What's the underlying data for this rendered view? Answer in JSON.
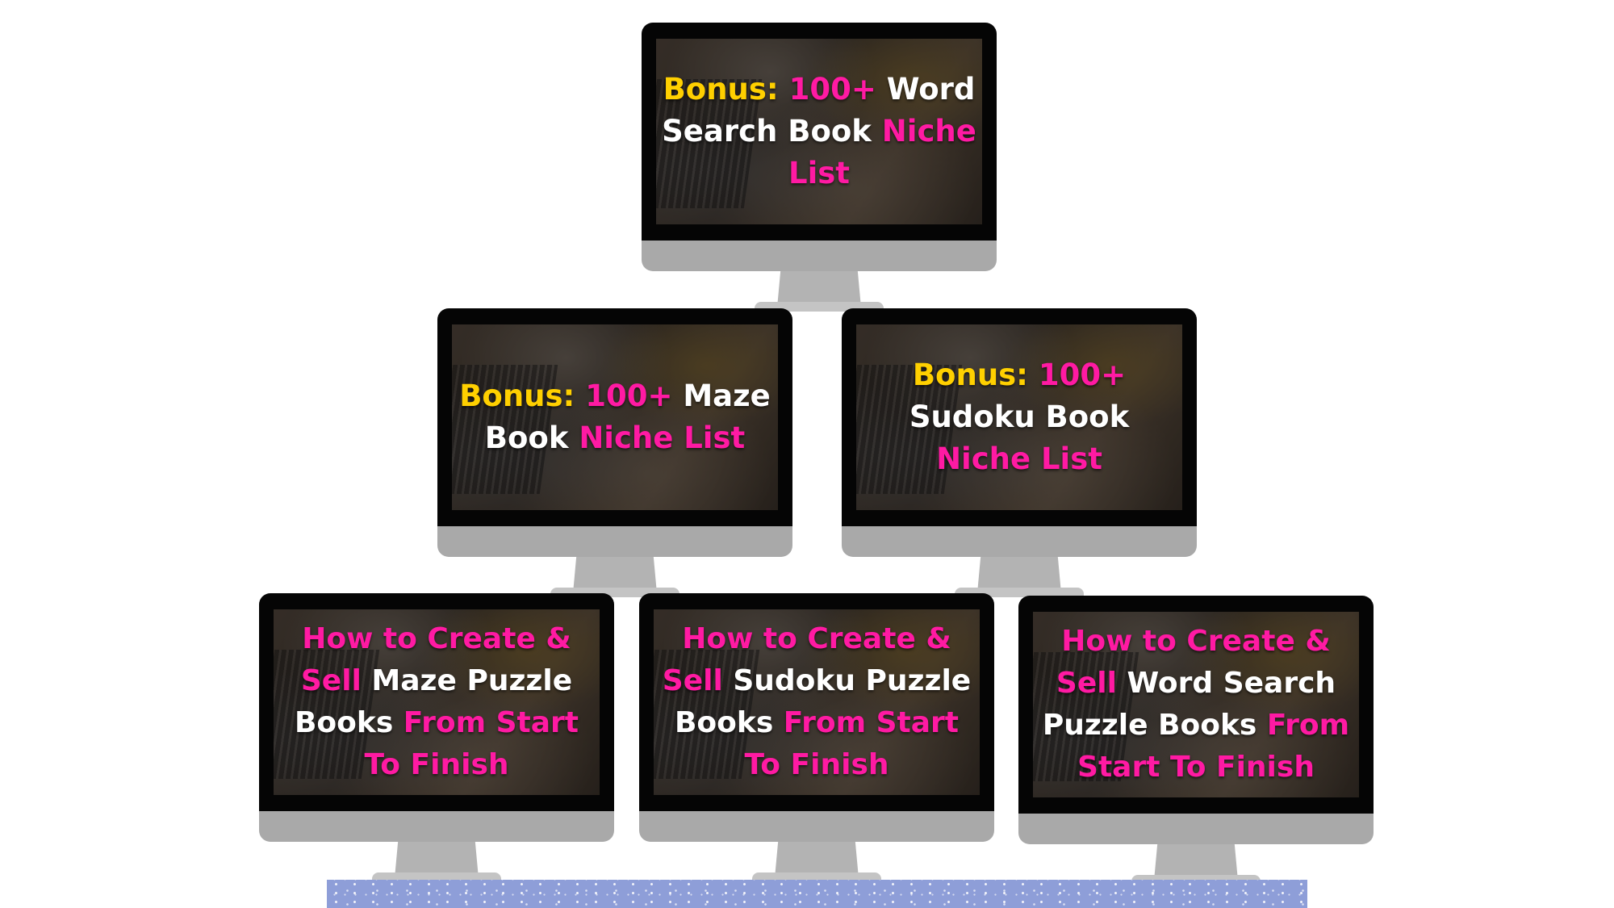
{
  "monitors": [
    {
      "id": "word-search-niche",
      "segments": [
        {
          "text": "Bonus: ",
          "color": "yellow"
        },
        {
          "text": "100+ ",
          "color": "pink"
        },
        {
          "text": "Word Search Book",
          "color": "white"
        },
        {
          "text": " Niche List",
          "color": "pink"
        }
      ]
    },
    {
      "id": "maze-niche",
      "segments": [
        {
          "text": "Bonus: ",
          "color": "yellow"
        },
        {
          "text": "100+ ",
          "color": "pink"
        },
        {
          "text": "Maze Book ",
          "color": "white"
        },
        {
          "text": "Niche List",
          "color": "pink"
        }
      ]
    },
    {
      "id": "sudoku-niche",
      "segments": [
        {
          "text": "Bonus: ",
          "color": "yellow"
        },
        {
          "text": "100+ ",
          "color": "pink"
        },
        {
          "text": "Sudoku Book ",
          "color": "white"
        },
        {
          "text": "Niche List",
          "color": "pink"
        }
      ]
    },
    {
      "id": "maze-course",
      "segments": [
        {
          "text": "How to Create & Sell ",
          "color": "pink"
        },
        {
          "text": "Maze Puzzle Books ",
          "color": "white"
        },
        {
          "text": "From Start To Finish",
          "color": "pink"
        }
      ]
    },
    {
      "id": "sudoku-course",
      "segments": [
        {
          "text": "How to Create & Sell ",
          "color": "pink"
        },
        {
          "text": "Sudoku Puzzle Books ",
          "color": "white"
        },
        {
          "text": "From Start To Finish",
          "color": "pink"
        }
      ]
    },
    {
      "id": "word-search-course",
      "segments": [
        {
          "text": "How to Create & Sell ",
          "color": "pink"
        },
        {
          "text": "Word Search Puzzle Books ",
          "color": "white"
        },
        {
          "text": "From Start To Finish",
          "color": "pink"
        }
      ]
    }
  ],
  "colors": {
    "yellow": "#ffd000",
    "pink": "#ff1aa3",
    "white": "#ffffff",
    "bezel": "#050505",
    "chin": "#a9a9a9",
    "ground": "#8e9ed8"
  }
}
